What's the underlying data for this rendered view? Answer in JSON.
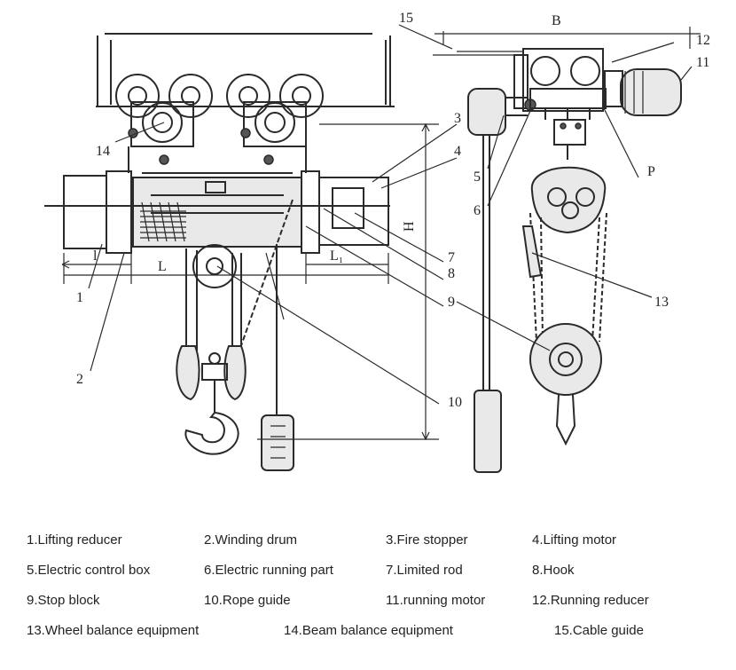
{
  "diagram": {
    "callouts": [
      "1",
      "2",
      "3",
      "4",
      "5",
      "6",
      "7",
      "8",
      "9",
      "10",
      "11",
      "12",
      "13",
      "14",
      "15"
    ],
    "dims": {
      "B": "B",
      "H": "H",
      "L": "L",
      "l": "l",
      "L1": "L₁",
      "P": "P"
    }
  },
  "legend": {
    "rows": [
      [
        "1.Lifting reducer",
        "2.Winding drum",
        "3.Fire stopper",
        "4.Lifting motor"
      ],
      [
        "5.Electric control box",
        "6.Electric running part",
        "7.Limited rod",
        "8.Hook"
      ],
      [
        "9.Stop block",
        "10.Rope guide",
        "11.running motor",
        "12.Running reducer"
      ],
      [
        "13.Wheel balance equipment",
        "14.Beam balance equipment",
        "15.Cable guide"
      ]
    ]
  }
}
